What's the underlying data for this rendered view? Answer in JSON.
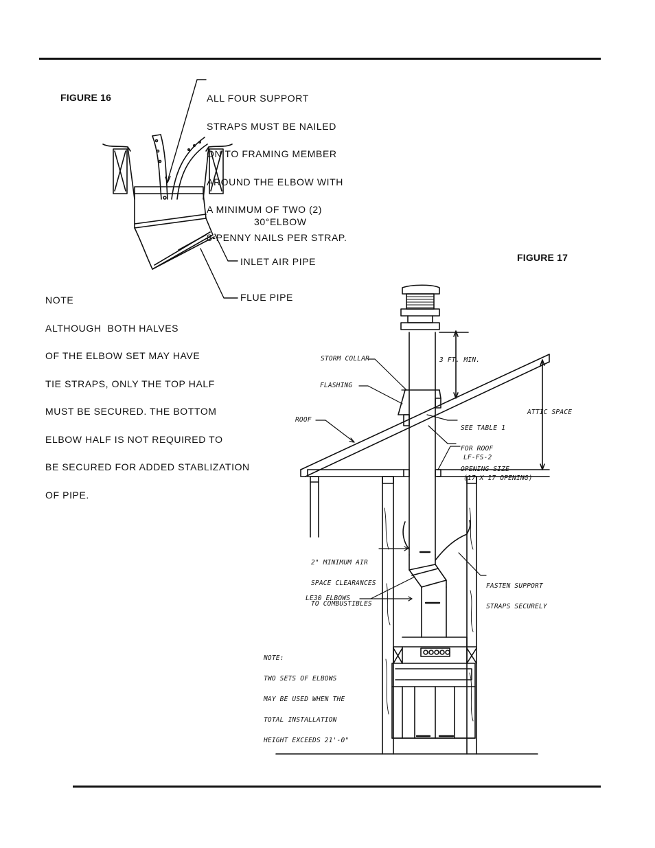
{
  "figure16": {
    "title": "FIGURE 16",
    "support_note": [
      "ALL FOUR SUPPORT",
      "STRAPS MUST BE NAILED",
      "ON TO FRAMING MEMBER",
      "AROUND THE ELBOW WITH",
      "A MINIMUM OF TWO (2)",
      "8-PENNY NAILS PER STRAP."
    ],
    "elbow_label": "30°ELBOW",
    "inlet_label": "INLET AIR PIPE",
    "flue_label": "FLUE PIPE",
    "note": [
      "NOTE",
      "ALTHOUGH  BOTH HALVES",
      "OF THE ELBOW SET MAY HAVE",
      "TIE STRAPS, ONLY THE TOP HALF",
      "MUST BE SECURED. THE BOTTOM",
      "ELBOW HALF IS NOT REQUIRED TO",
      "BE SECURED FOR ADDED STABLIZATION",
      "OF PIPE."
    ]
  },
  "figure17": {
    "title": "FIGURE 17",
    "storm_collar": "STORM COLLAR",
    "flashing": "FLASHING",
    "roof": "ROOF",
    "three_ft": "3 FT. MIN.",
    "attic_space": "ATTIC SPACE",
    "see_table": [
      "SEE TABLE 1",
      "FOR ROOF",
      "OPENING SIZE"
    ],
    "lf_fs": [
      "LF-FS-2",
      "(17 X 17 OPENING)"
    ],
    "air_space": [
      "2\" MINIMUM AIR",
      "SPACE CLEARANCES",
      "TO COMBUSTIBLES"
    ],
    "fasten": [
      "FASTEN SUPPORT",
      "STRAPS SECURELY"
    ],
    "elbows": "LE30 ELBOWS",
    "note": [
      "NOTE:",
      "TWO SETS OF ELBOWS",
      "MAY BE USED WHEN THE",
      "TOTAL INSTALLATION",
      "HEIGHT EXCEEDS 21'-0\""
    ]
  }
}
